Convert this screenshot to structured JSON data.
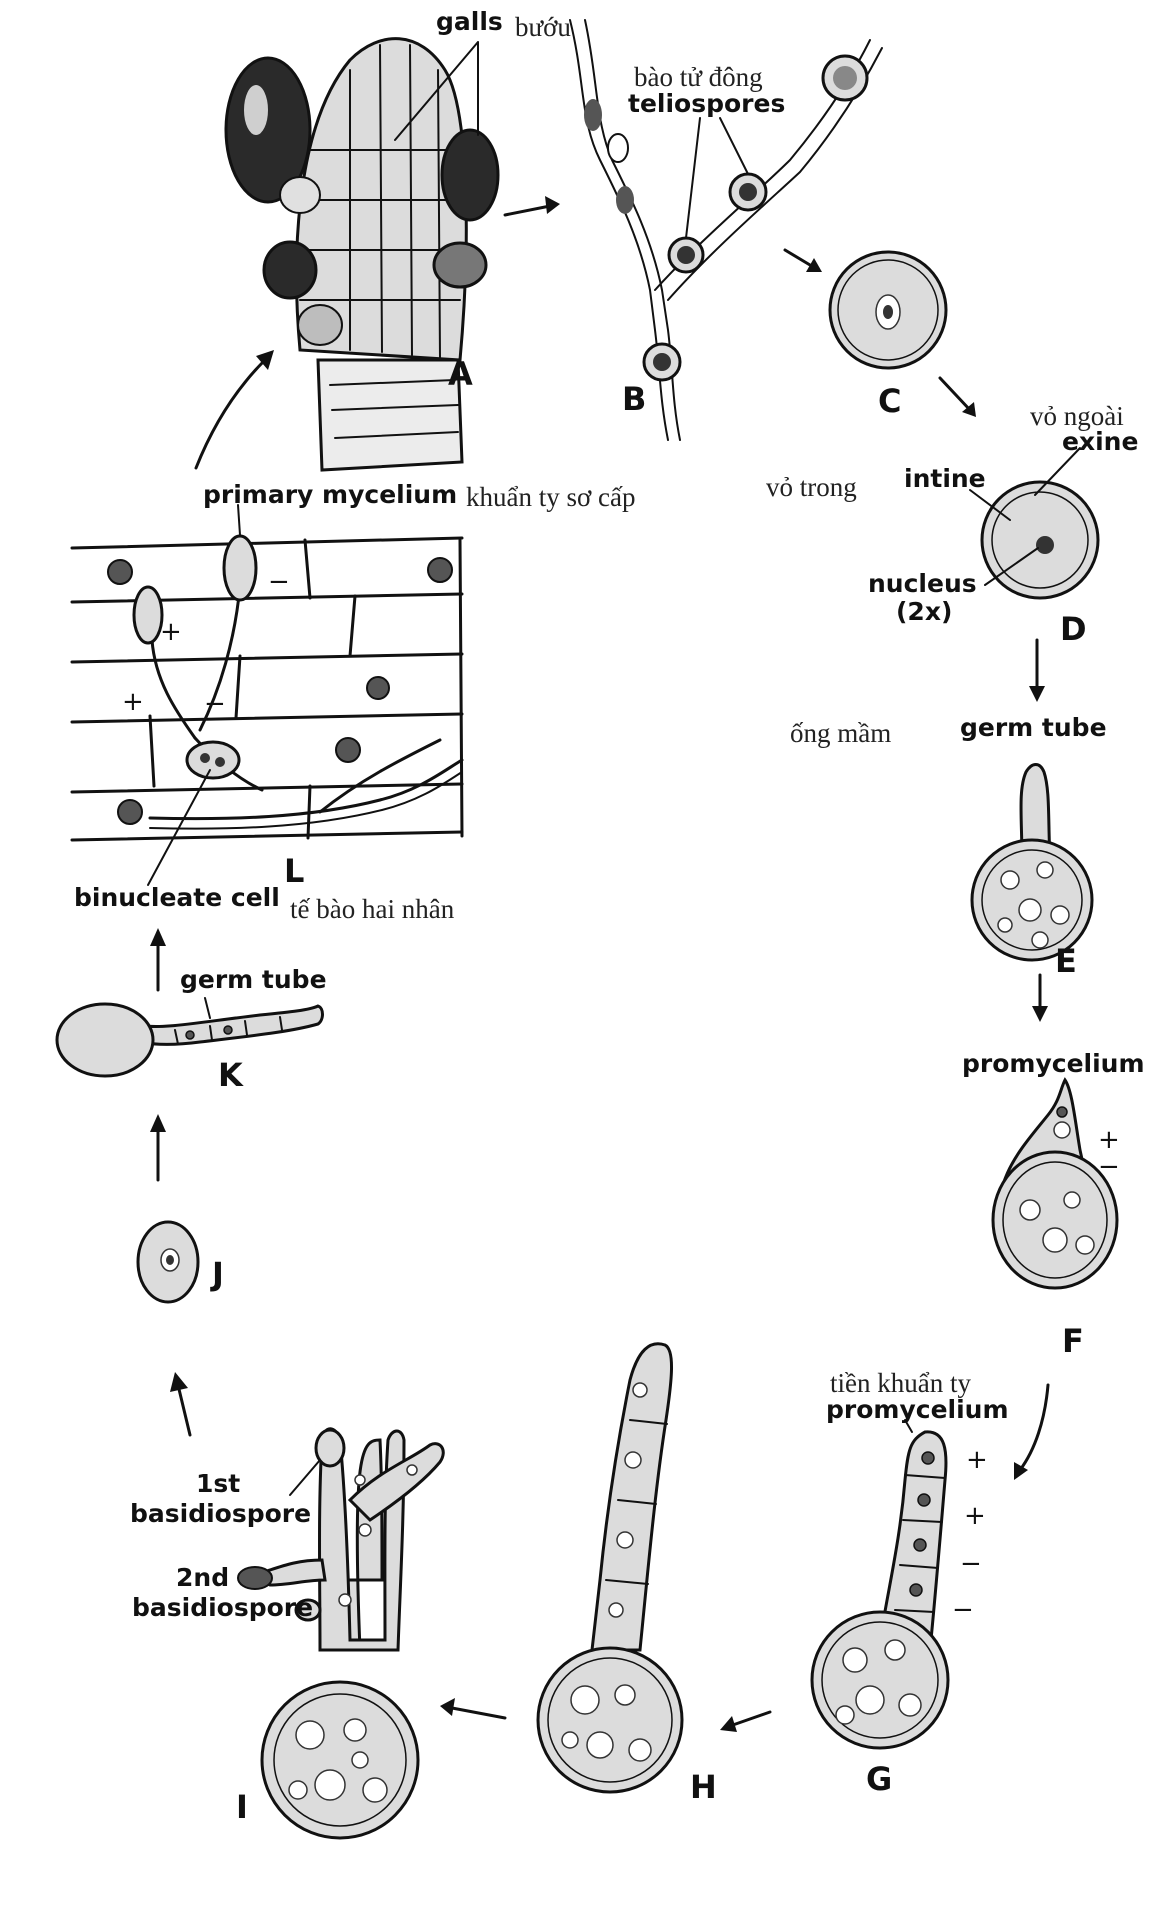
{
  "stages": {
    "A": "A",
    "B": "B",
    "C": "C",
    "D": "D",
    "E": "E",
    "F": "F",
    "G": "G",
    "H": "H",
    "I": "I",
    "J": "J",
    "K": "K",
    "L": "L"
  },
  "labels": {
    "galls": "galls",
    "galls_vi": "bướu",
    "teliospores": "teliospores",
    "teliospores_vi": "bào tử đông",
    "primary_mycelium": "primary mycelium",
    "primary_mycelium_vi": "khuẩn ty sơ cấp",
    "exine": "exine",
    "exine_vi": "vỏ ngoài",
    "intine": "intine",
    "intine_vi": "vỏ trong",
    "nucleus_line1": "nucleus",
    "nucleus_line2": "(2x)",
    "germ_tube_e": "germ tube",
    "germ_tube_e_vi": "ống mầm",
    "promycelium_f": "promycelium",
    "promycelium_g": "promycelium",
    "promycelium_g_vi": "tiền khuẩn ty",
    "basidiospore_1st_line1": "1st",
    "basidiospore_1st_line2": "basidiospore",
    "basidiospore_2nd_line1": "2nd",
    "basidiospore_2nd_line2": "basidiospore",
    "germ_tube_k": "germ tube",
    "binucleate_cell": "binucleate cell",
    "binucleate_cell_vi": "tế bào hai nhân"
  },
  "mating_signs": {
    "plus": "+",
    "minus": "−"
  }
}
